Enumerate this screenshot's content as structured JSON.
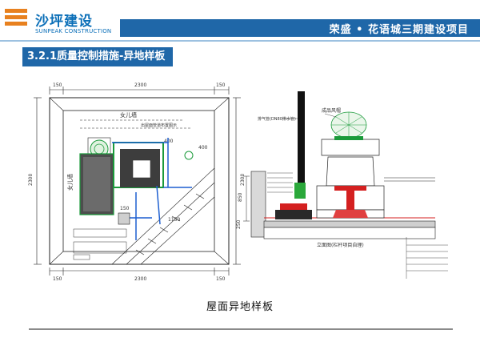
{
  "header": {
    "logo_cn": "沙坪建设",
    "logo_en": "SUNPEAK CONSTRUCTION",
    "project_title": "荣盛 • 花语城三期建设项目",
    "brand_color": "#1f67a8"
  },
  "section": {
    "title": "3.2.1质量控制措施-异地样板"
  },
  "plan": {
    "dim_top_left": "150",
    "dim_top_right": "150",
    "dim_top_mid": "2300",
    "dim_bottom_mid": "2300",
    "dim_bottom_left": "150",
    "dim_bottom_right": "150",
    "dim_left": "2300",
    "dim_right": "2300",
    "parapet_top": "女儿墙",
    "parapet_left": "女儿墙",
    "dim_400": "400",
    "dim_400b": "400",
    "dim_1150": "1150",
    "dim_150": "150",
    "small_labels": [
      "出屋面管道布置图示"
    ]
  },
  "elevation": {
    "roof_cap_label": "成品风帽",
    "vent_pipe_label": "排气管(DN80排水管)",
    "dim_850": "850",
    "dim_250": "250",
    "elevation_label": "立面图(栏杆项目自理)"
  },
  "caption": "屋面异地样板"
}
